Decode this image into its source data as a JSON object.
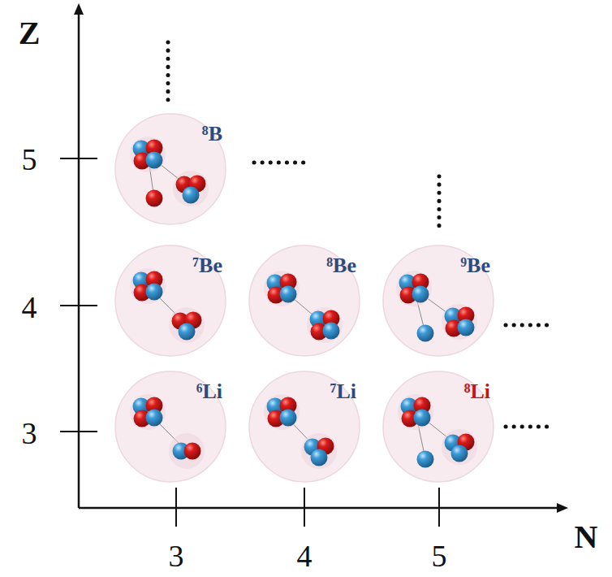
{
  "diagram": {
    "nodes": [
      {
        "text": [
          "⁸B"
        ]
      },
      {
        "text": [
          "⁷Be"
        ]
      },
      {
        "text": [
          "⁸Be"
        ]
      },
      {
        "text": [
          "⁹Be"
        ]
      },
      {
        "text": [
          "⁶Li"
        ]
      },
      {
        "text": [
          "⁷Li"
        ]
      },
      {
        "text": [
          "⁸Li"
        ]
      }
    ],
    "labels": [
      "Z",
      "5",
      "4",
      "3",
      "3",
      "4",
      "5",
      "N"
    ]
  }
}
